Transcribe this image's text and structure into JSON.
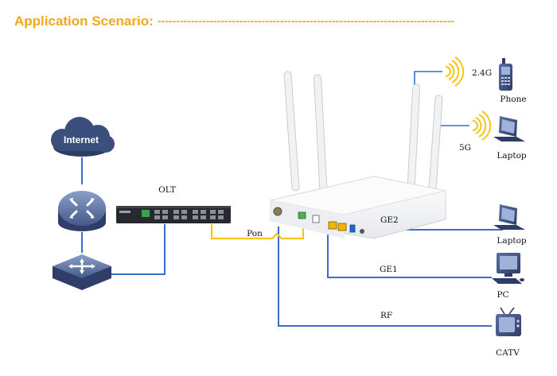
{
  "header": {
    "title": "Application Scenario:",
    "dashes": "--------------------------------------------------------------------------------"
  },
  "network": {
    "internet": "Internet",
    "olt": "OLT",
    "pon": "Pon"
  },
  "wifi": {
    "band_24": "2.4G",
    "band_5": "5G"
  },
  "ports": {
    "ge2": "GE2",
    "ge1": "GE1",
    "rf": "RF"
  },
  "devices": {
    "phone": "Phone",
    "laptop_5g": "Laptop",
    "laptop_ge2": "Laptop",
    "pc": "PC",
    "catv": "CATV"
  },
  "colors": {
    "header": "#f2a81d",
    "network_link": "#3a6fc9",
    "pon_link": "#f5c518",
    "wifi_signal": "#f5c518",
    "device": "#3c4a74",
    "cloud": "#3a4f7c"
  }
}
